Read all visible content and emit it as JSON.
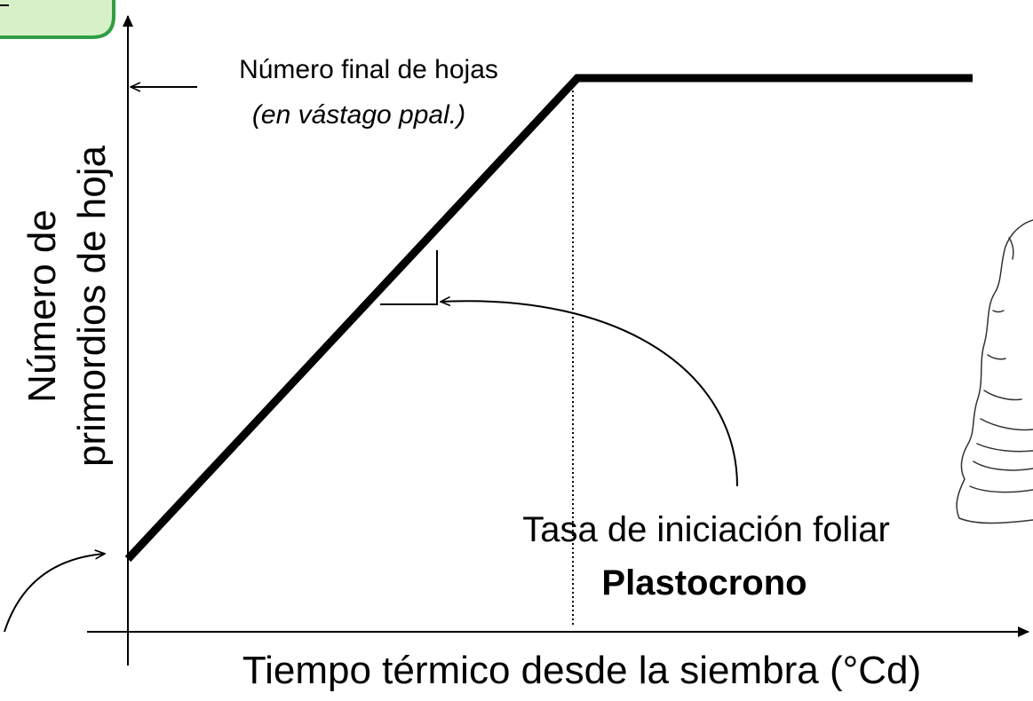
{
  "diagram": {
    "y_axis_label_line1": "Número de",
    "y_axis_label_line2": "primordios de hoja",
    "x_axis_label": "Tiempo térmico desde la siembra (°Cd)",
    "final_leaf_label_line1": "Número final de hojas",
    "final_leaf_label_line2": "(en vástago ppal.)",
    "rate_label": "Tasa de iniciación foliar",
    "plastochron_label": "Plastocrono"
  },
  "colors": {
    "ink": "#000000",
    "badge_fill": "#d8f0c8",
    "badge_stroke": "#2f9e44",
    "sketch_stroke": "#333333"
  }
}
